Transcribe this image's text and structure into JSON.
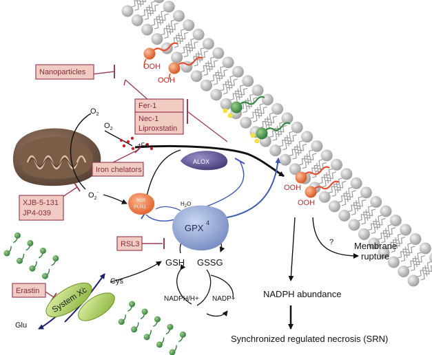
{
  "labels": {
    "o2_top": "O",
    "o2_top_sub": "2",
    "o2_mid": "O",
    "o2_mid_sub": "2",
    "o2_radical": "O",
    "o2_radical_sub": "2",
    "o2_radical_sup": "·",
    "fe": "Fe",
    "fe_plus": "+",
    "ros": "ROS",
    "h2o2": "(H",
    "h2o2_a": "2",
    "h2o2_b": "O",
    "h2o2_c": "2",
    "h2o2_d": ")",
    "h2o": "H",
    "h2o_sub": "2",
    "h2o_end": "O",
    "alox": "ALOX",
    "gpx4": "GPX",
    "gpx4_num": "4",
    "gsh": "GSH",
    "gssg": "GSSG",
    "nadph_h": "NADPH/H+",
    "nadp": "NADP+",
    "cys": "Cys",
    "glu": "Glu",
    "system_xc": "System Xc",
    "system_xc_sup": "-",
    "ooh_1": "OOH",
    "ooh_2": "OOH",
    "ooh_3": "OOH",
    "ooh_4": "OOH",
    "question": "?",
    "membrane_rupture_1": "Membrane",
    "membrane_rupture_2": "rupture",
    "nadph_abundance": "NADPH abundance",
    "srn": "Synchronized regulated necrosis (SRN)"
  },
  "inhibitors": {
    "nanoparticles": "Nanoparticles",
    "fer1": "Fer-1",
    "nec1": "Nec-1",
    "liproxstatin": "Liproxstatin",
    "iron_chelators": "Iron chelators",
    "xjb": "XJB-5-131",
    "jp4": "JP4-039",
    "rsl3": "RSL3",
    "erastin": "Erastin"
  },
  "colors": {
    "inhibitor_fill": "#f1ccc3",
    "inhibitor_stroke": "#9b3d5a",
    "inhibitor_text": "#8a2b3c",
    "gpx4_fill": "#8fa4cf",
    "alox_fill": "#4f4a86",
    "oxidized_lipid": "#e96a33",
    "green_lipid": "#2f8a3c",
    "blue_arrow": "#3b5bb0",
    "membrane_head": "#cfcfcf",
    "transporter": "#a9cc4c"
  }
}
